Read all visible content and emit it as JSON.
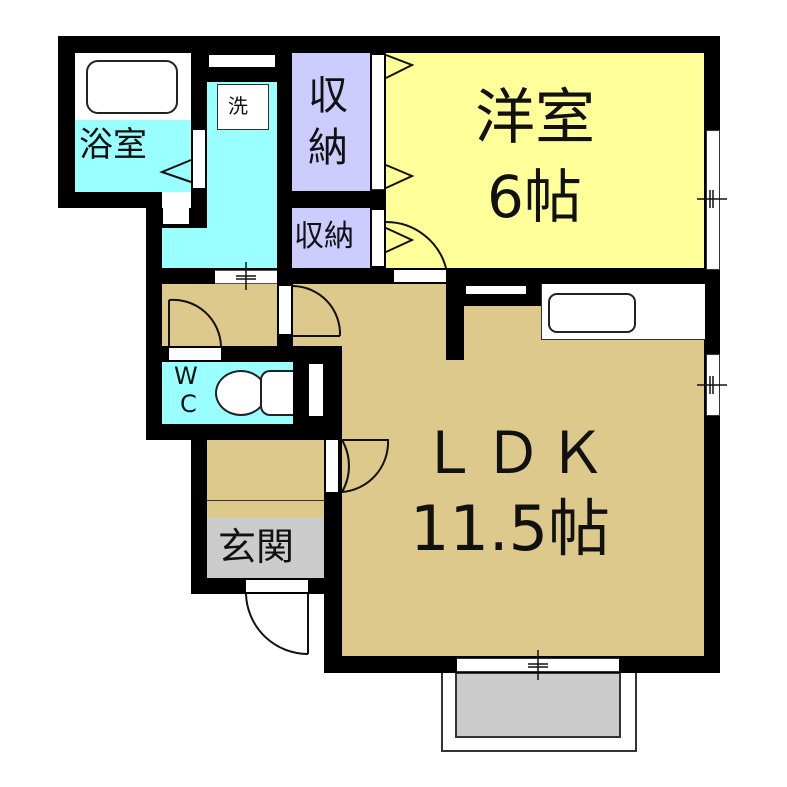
{
  "colors": {
    "wall": "#000000",
    "western_room": "#ffff99",
    "ldk": "#dcc98b",
    "wet_area": "#99ffff",
    "storage": "#ccccff",
    "entrance": "#cccccc",
    "balcony": "#cccccc",
    "fixture": "#ffffff"
  },
  "rooms": {
    "bathroom": {
      "label": "浴室"
    },
    "washroom": {
      "label": "洗"
    },
    "storage_large": {
      "label_line1": "収",
      "label_line2": "納"
    },
    "storage_small": {
      "label": "収納"
    },
    "western": {
      "label_line1": "洋室",
      "label_line2": "6帖"
    },
    "wc": {
      "label_line1": "W",
      "label_line2": "C"
    },
    "entrance": {
      "label": "玄関"
    },
    "ldk": {
      "label_line1": "ＬＤＫ",
      "label_line2": "11.5帖"
    }
  }
}
